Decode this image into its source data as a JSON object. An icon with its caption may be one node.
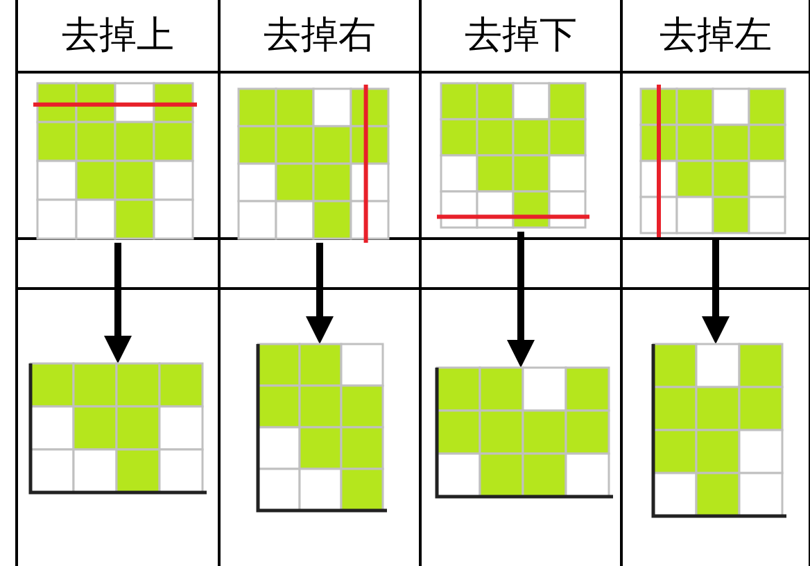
{
  "diagram": {
    "nodes": [
      {
        "text": [],
        "shape": "grid"
      },
      {
        "text": [],
        "shape": "grid"
      },
      {
        "text": [],
        "shape": "grid"
      },
      {
        "text": [],
        "shape": "grid"
      },
      {
        "text": [],
        "shape": "grid"
      },
      {
        "text": [],
        "shape": "grid"
      },
      {
        "text": [],
        "shape": "grid"
      },
      {
        "text": [],
        "shape": "grid"
      }
    ],
    "edges": [
      {
        "from": 0,
        "to": 4,
        "arrow": "to"
      },
      {
        "from": 1,
        "to": 5,
        "arrow": "to"
      },
      {
        "from": 2,
        "to": 6,
        "arrow": "to"
      },
      {
        "from": 3,
        "to": 7,
        "arrow": "to"
      }
    ],
    "labels": [
      "去掉上",
      "去掉右",
      "去掉下",
      "去掉左"
    ]
  }
}
